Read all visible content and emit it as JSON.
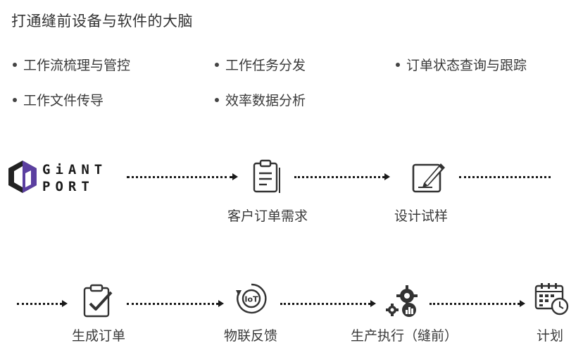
{
  "title": "打通缝前设备与软件的大脑",
  "features": [
    "工作流梳理与管控",
    "工作任务分发",
    "订单状态查询与跟踪",
    "工作文件传导",
    "效率数据分析"
  ],
  "logo": {
    "line1": "GiANT",
    "line2": "PORT"
  },
  "steps": [
    {
      "label": "客户订单需求",
      "icon": "clipboard-document-icon"
    },
    {
      "label": "设计试样",
      "icon": "edit-pencil-icon"
    },
    {
      "label": "生成订单",
      "icon": "clipboard-check-icon"
    },
    {
      "label": "物联反馈",
      "icon": "iot-cycle-icon"
    },
    {
      "label": "生产执行（缝前）",
      "icon": "gears-chart-icon"
    },
    {
      "label": "计划",
      "icon": "calendar-clock-icon"
    }
  ],
  "iot_badge": "IoT"
}
